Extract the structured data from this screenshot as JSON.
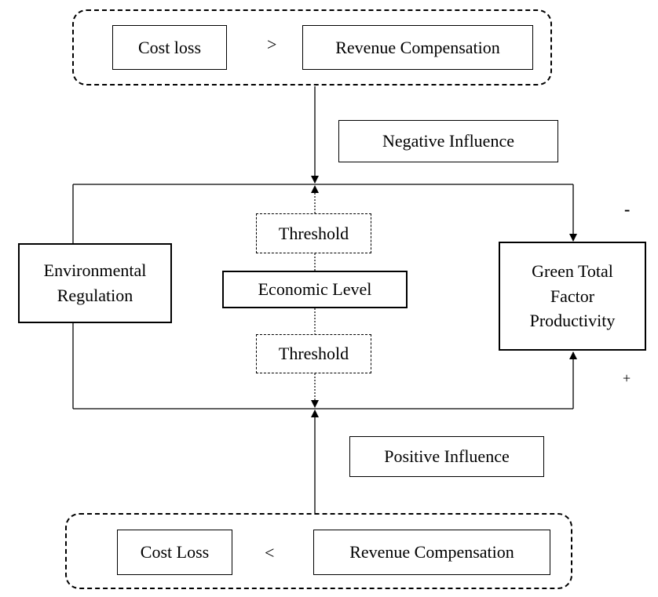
{
  "top_group": {
    "left_label": "Cost loss",
    "operator": ">",
    "right_label": "Revenue Compensation"
  },
  "negative_label": "Negative Influence",
  "center": {
    "threshold_top": "Threshold",
    "economic_level": "Economic Level",
    "threshold_bottom": "Threshold"
  },
  "left_box": [
    "Environmental",
    "Regulation"
  ],
  "right_box": [
    "Green Total",
    "Factor",
    "Productivity"
  ],
  "minus_sign": "-",
  "plus_sign": "+",
  "positive_label": "Positive Influence",
  "bottom_group": {
    "left_label": "Cost Loss",
    "operator": "<",
    "right_label": "Revenue Compensation"
  }
}
